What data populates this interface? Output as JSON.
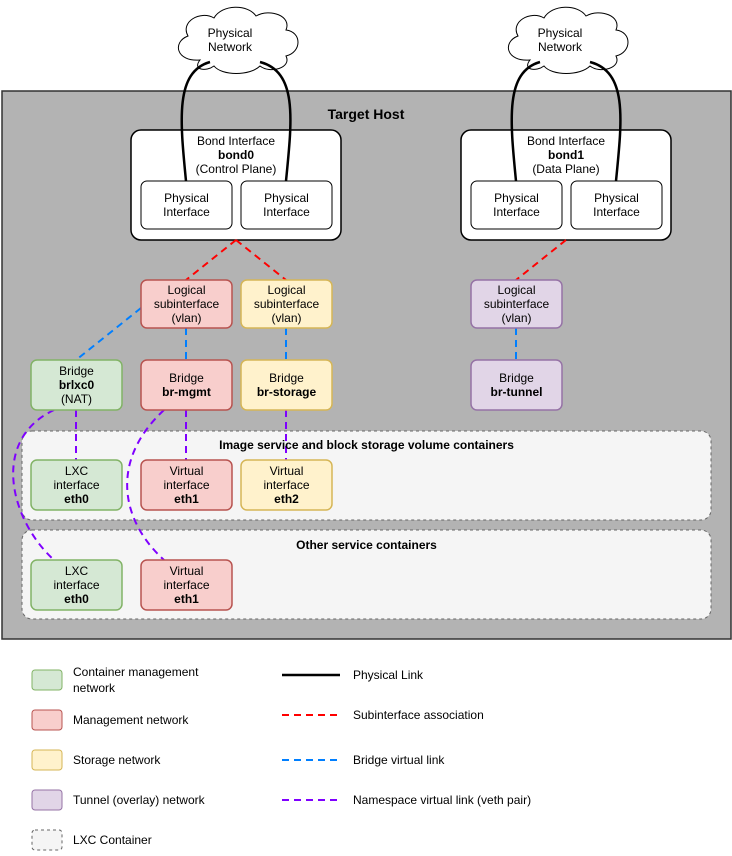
{
  "host": {
    "title": "Target Host"
  },
  "clouds": [
    {
      "line1": "Physical",
      "line2": "Network"
    },
    {
      "line1": "Physical",
      "line2": "Network"
    }
  ],
  "bonds": [
    {
      "l1": "Bond Interface",
      "name": "bond0",
      "l3": "(Control Plane)"
    },
    {
      "l1": "Bond Interface",
      "name": "bond1",
      "l3": "(Data Plane)"
    }
  ],
  "physical_interface": {
    "l1": "Physical",
    "l2": "Interface"
  },
  "subinterface": {
    "l1": "Logical",
    "l2": "subinterface",
    "l3": "(vlan)"
  },
  "bridges": {
    "lxc": {
      "l1": "Bridge",
      "name": "brlxc0",
      "l3": "(NAT)"
    },
    "mgmt": {
      "l1": "Bridge",
      "name": "br-mgmt"
    },
    "storage": {
      "l1": "Bridge",
      "name": "br-storage"
    },
    "tunnel": {
      "l1": "Bridge",
      "name": "br-tunnel"
    }
  },
  "groups": {
    "image": "Image service and block storage volume containers",
    "other": "Other service containers"
  },
  "interfaces": {
    "lxc": {
      "l1": "LXC",
      "l2": "interface",
      "name": "eth0"
    },
    "virt1": {
      "l1": "Virtual",
      "l2": "interface",
      "name": "eth1"
    },
    "virt2": {
      "l1": "Virtual",
      "l2": "interface",
      "name": "eth2"
    }
  },
  "legend": {
    "container_mgmt": "Container management network",
    "mgmt": "Management network",
    "storage": "Storage network",
    "tunnel": "Tunnel (overlay) network",
    "lxc": "LXC Container",
    "physical_link": "Physical Link",
    "subinterface": "Subinterface association",
    "bridge_link": "Bridge virtual link",
    "namespace_link": "Namespace virtual link (veth pair)"
  },
  "colors": {
    "host_bg": "#b3b3b3",
    "green_fill": "#d5e8d4",
    "green_stroke": "#82b366",
    "red_fill": "#f8cecc",
    "red_stroke": "#b85450",
    "yellow_fill": "#fff2cc",
    "yellow_stroke": "#d6b656",
    "purple_fill": "#e1d5e7",
    "purple_stroke": "#9673a6",
    "red_link": "#ff0000",
    "blue_link": "#007fff",
    "purple_link": "#7f00ff"
  }
}
